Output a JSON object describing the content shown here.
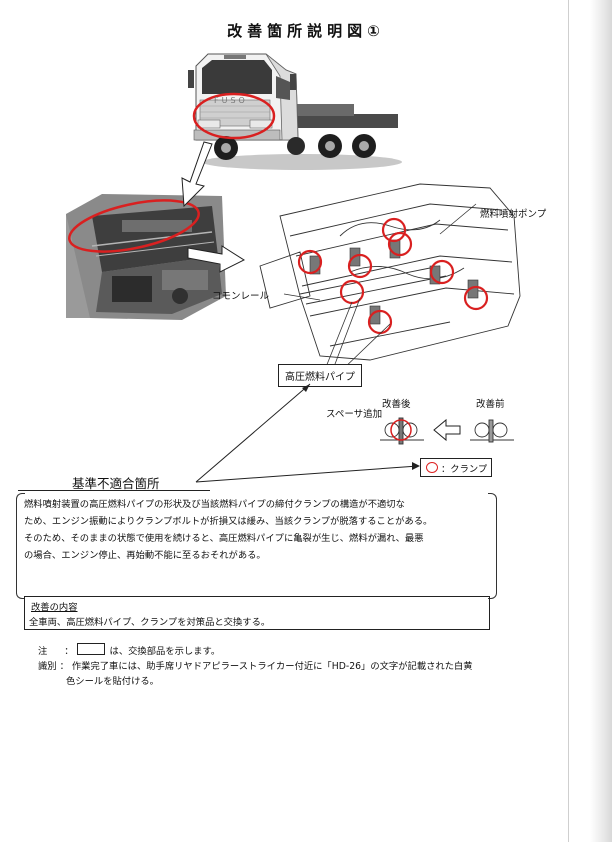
{
  "document": {
    "title": "改善箇所説明図①",
    "labels": {
      "fuel_pump": "燃料噴射ポンプ",
      "common_rail": "コモンレール",
      "high_pressure_pipe": "高圧燃料パイプ",
      "after": "改善後",
      "before": "改善前",
      "spacer": "スペーサ追加",
      "clamp_legend": "：クランプ",
      "truck_brand": "FUSO"
    },
    "section_heading": "基準不適合箇所",
    "description_lines": [
      "燃料噴射装置の高圧燃料パイプの形状及び当該燃料パイプの締付クランプの構造が不適切な",
      "ため、エンジン振動によりクランプボルトが折損又は緩み、当該クランプが脱落することがある。",
      "そのため、そのままの状態で使用を続けると、高圧燃料パイプに亀裂が生じ、燃料が漏れ、最悪",
      "の場合、エンジン停止、再始動不能に至るおそれがある。"
    ],
    "improvement": {
      "heading": "改善の内容",
      "body": "全車両、高圧燃料パイプ、クランプを対策品と交換する。"
    },
    "notes": {
      "note_label": "注",
      "note_sep": "：",
      "note_text": "は、交換部品を示します。",
      "id_label": "識別",
      "id_sep": "：",
      "id_text_1": "作業完了車には、助手席リヤドアピラーストライカー付近に「HD-26」の文字が記載された白黄",
      "id_text_2": "色シールを貼付ける。"
    },
    "colors": {
      "highlight": "#d92020",
      "ink": "#111111"
    }
  }
}
